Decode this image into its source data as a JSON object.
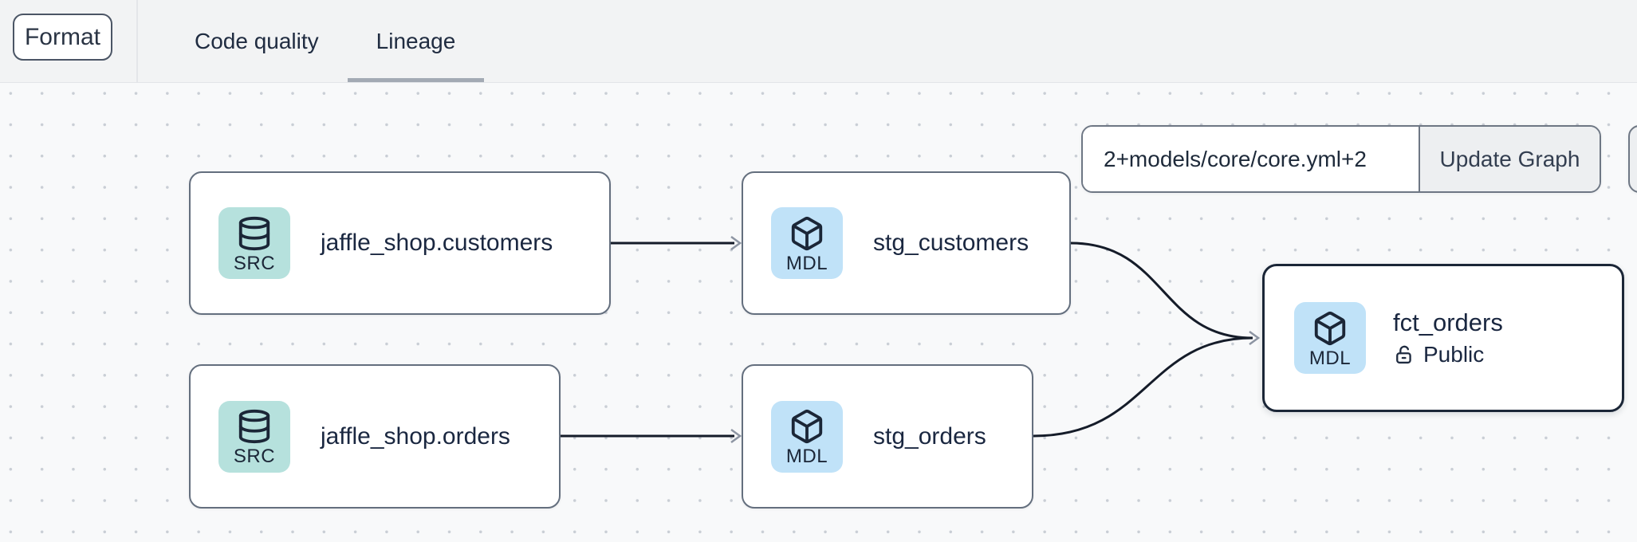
{
  "header": {
    "format_button_label": "Format",
    "tabs": [
      {
        "label": "Code quality",
        "active": false
      },
      {
        "label": "Lineage",
        "active": true
      }
    ]
  },
  "graph_controls": {
    "selector_value": "2+models/core/core.yml+2",
    "update_button_label": "Update Graph"
  },
  "nodes": [
    {
      "label": "jaffle_shop.customers",
      "badge": "SRC",
      "kind": "source",
      "icon": "database-icon",
      "selected": false
    },
    {
      "label": "stg_customers",
      "badge": "MDL",
      "kind": "model",
      "icon": "cube-icon",
      "selected": false
    },
    {
      "label": "jaffle_shop.orders",
      "badge": "SRC",
      "kind": "source",
      "icon": "database-icon",
      "selected": false
    },
    {
      "label": "stg_orders",
      "badge": "MDL",
      "kind": "model",
      "icon": "cube-icon",
      "selected": false
    },
    {
      "label": "fct_orders",
      "badge": "MDL",
      "kind": "model",
      "icon": "cube-icon",
      "access": "Public",
      "access_icon": "unlock-icon",
      "selected": true
    }
  ],
  "edges": [
    {
      "from": "jaffle_shop.customers",
      "to": "stg_customers"
    },
    {
      "from": "jaffle_shop.orders",
      "to": "stg_orders"
    },
    {
      "from": "stg_customers",
      "to": "fct_orders"
    },
    {
      "from": "stg_orders",
      "to": "fct_orders"
    }
  ],
  "colors": {
    "header_bg": "#f2f3f4",
    "canvas_bg": "#f8f9fa",
    "dot_color": "#c9ced5",
    "text_color": "#1b2637",
    "tab_underline": "#a3aab4",
    "node_border": "#646f7e",
    "selected_node_border": "#1b2637",
    "src_icon_bg": "#b6e1dd",
    "model_icon_bg": "#c0e2f8",
    "edge_color": "#151c29",
    "arrowhead_color": "#8d95a3"
  }
}
